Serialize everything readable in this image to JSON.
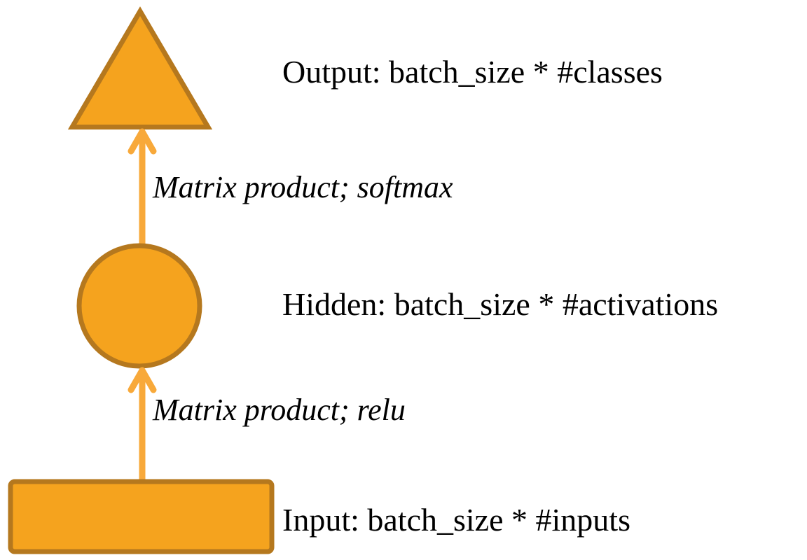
{
  "diagram": {
    "colors": {
      "shape_fill": "#F5A31E",
      "shape_border": "#B5781E",
      "arrow": "#F8A93A",
      "text": "#000000"
    },
    "nodes": [
      {
        "id": "output",
        "shape": "triangle",
        "label": "Output: batch_size * #classes"
      },
      {
        "id": "hidden",
        "shape": "circle",
        "label": "Hidden: batch_size * #activations"
      },
      {
        "id": "input",
        "shape": "rectangle",
        "label": "Input: batch_size * #inputs"
      }
    ],
    "edges": [
      {
        "from": "hidden",
        "to": "output",
        "label": "Matrix product; softmax"
      },
      {
        "from": "input",
        "to": "hidden",
        "label": "Matrix product; relu"
      }
    ]
  }
}
